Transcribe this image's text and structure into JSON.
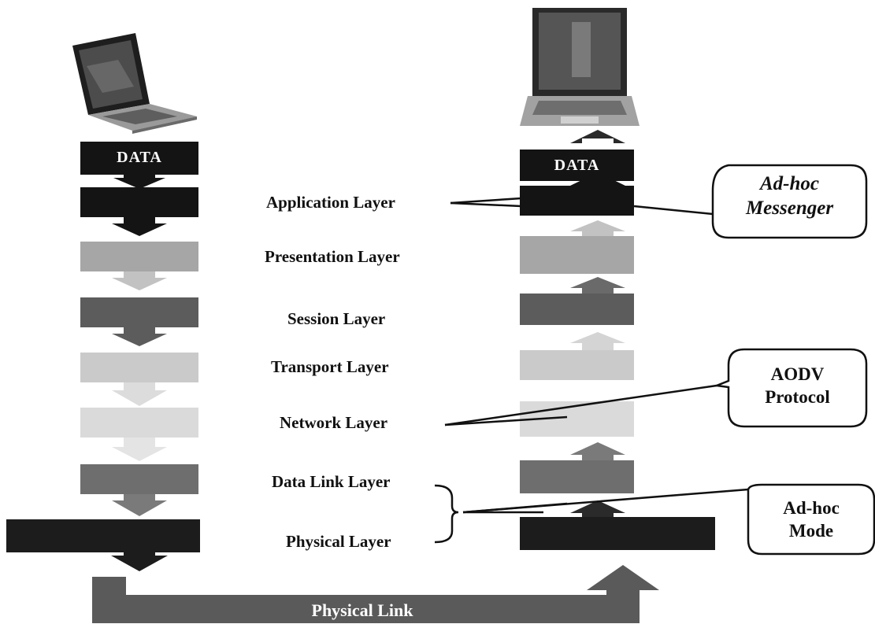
{
  "layers": [
    {
      "label": "Application Layer",
      "color": "#141414"
    },
    {
      "label": "Presentation Layer",
      "color": "#a6a6a6"
    },
    {
      "label": "Session Layer",
      "color": "#5c5c5c"
    },
    {
      "label": "Transport Layer",
      "color": "#cacaca"
    },
    {
      "label": "Network Layer",
      "color": "#dadada"
    },
    {
      "label": "Data Link Layer",
      "color": "#6e6e6e"
    },
    {
      "label": "Physical Layer",
      "color": "#1c1c1c"
    }
  ],
  "data_block": {
    "label": "DATA",
    "color": "#141414"
  },
  "physical_link": {
    "label": "Physical Link",
    "color": "#5a5a5a"
  },
  "callouts": {
    "application": {
      "line1": "Ad-hoc",
      "line2": "Messenger"
    },
    "network": {
      "line1": "AODV",
      "line2": "Protocol"
    },
    "mode": {
      "line1": "Ad-hoc",
      "line2": "Mode"
    }
  },
  "icons": {
    "sender": "laptop-icon",
    "receiver": "laptop-icon"
  }
}
